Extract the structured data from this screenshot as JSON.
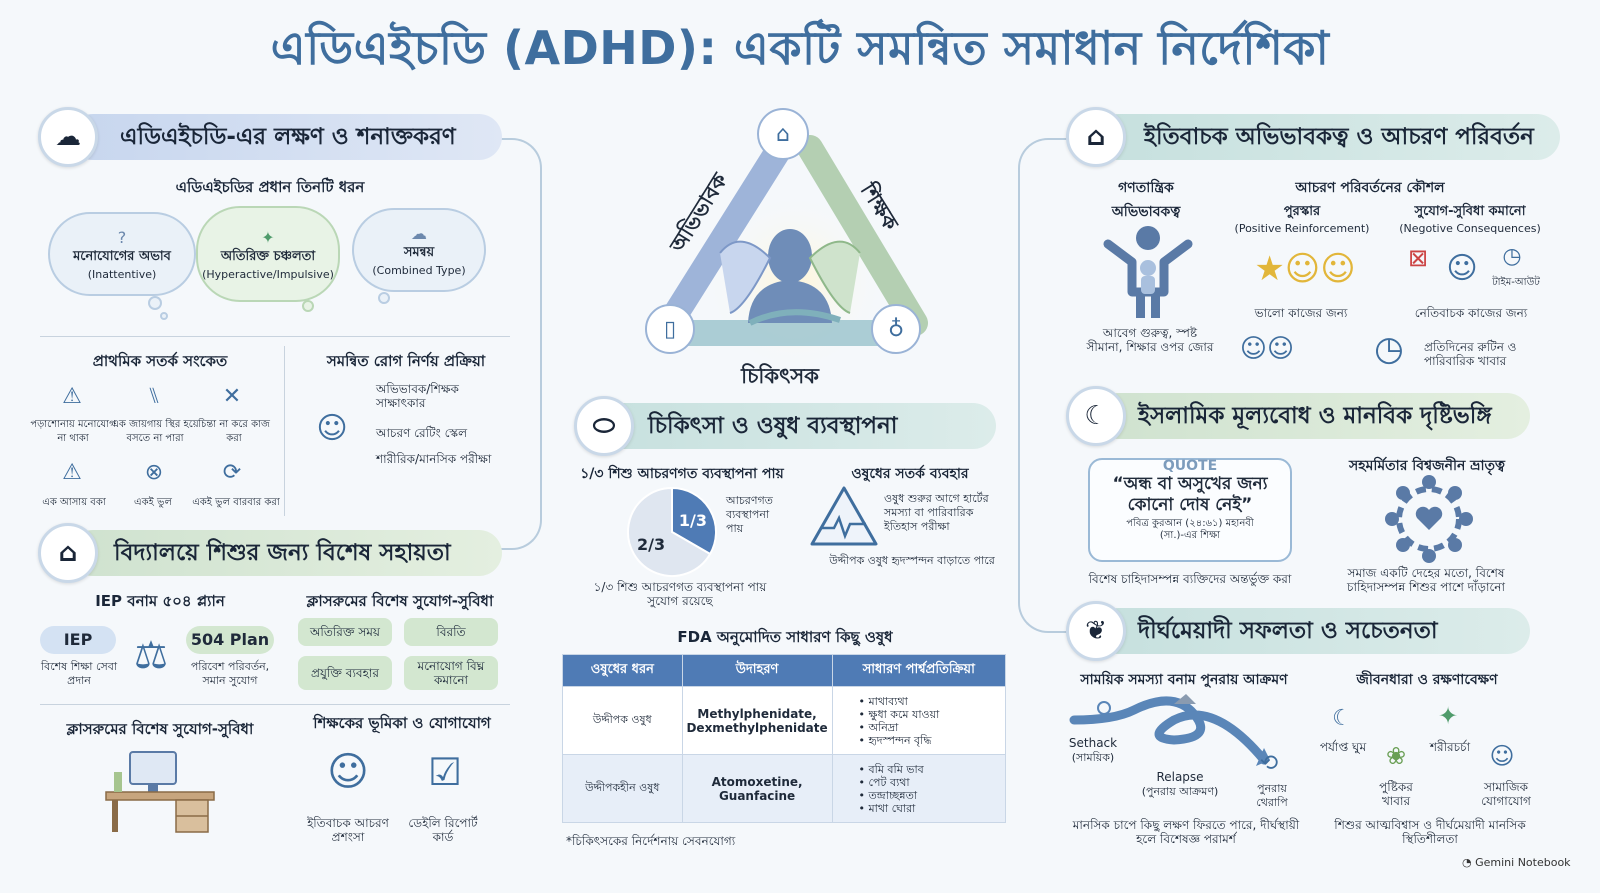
{
  "title": "এডিএইচডি (ADHD): একটি সমন্বিত সমাধান নির্দেশিকা",
  "colors": {
    "accent": "#3f6e9e",
    "table_header": "#4f7bb5",
    "pie_major": "#4f7bb5",
    "pie_minor": "#dfe6f0"
  },
  "center": {
    "side_left": "অভিভাবক",
    "side_right": "শিক্ষক",
    "bottom": "চিকিৎসক",
    "icons": [
      "home-icon",
      "book-icon",
      "stethoscope-icon"
    ]
  },
  "symptoms": {
    "heading": "এডিএইচডি-এর লক্ষণ ও শনাক্তকরণ",
    "types_title": "এডিএইচডির প্রধান তিনটি ধরন",
    "types": [
      {
        "name": "মনোযোগের অভাব",
        "en": "(Inattentive)"
      },
      {
        "name": "অতিরিক্ত চঞ্চলতা",
        "en": "(Hyperactive/Impulsive)"
      },
      {
        "name": "সমন্বয়",
        "en": "(Combined Type)"
      }
    ],
    "signs_title": "প্রাথমিক সতর্ক সংকেত",
    "signs": [
      "পড়াশোনায় মনোযোগ না থাকা",
      "এক জায়গায় স্থির হয়ে বসতে না পারা",
      "চিন্তা না করে কাজ করা",
      "এক আসায় বকা",
      "একই ভুল",
      "একই ভুল বারবার করা"
    ],
    "diagnosis_title": "সমন্বিত রোগ নির্ণয় প্রক্রিয়া",
    "diagnosis": [
      "অভিভাবক/শিক্ষক সাক্ষাৎকার",
      "আচরণ রেটিং স্কেল",
      "শারীরিক/মানসিক পরীক্ষা"
    ]
  },
  "school": {
    "heading": "বিদ্যালয়ে শিশুর জন্য বিশেষ সহায়তা",
    "iep_title": "IEP বনাম ৫০৪ প্ল্যান",
    "iep_label": "IEP",
    "iep_desc": "বিশেষ শিক্ষা সেবা প্রদান",
    "plan_label": "504 Plan",
    "plan_desc": "পরিবেশ পরিবর্তন, সমান সুযোগ",
    "accom_title": "ক্লাসরুমের বিশেষ সুযোগ-সুবিধা",
    "accom": [
      "অতিরিক্ত সময়",
      "বিরতি",
      "প্রযুক্তি ব্যবহার",
      "মনোযোগ বিঘ্ন কমানো"
    ],
    "accom2_title": "ক্লাসরুমের বিশেষ সুযোগ-সুবিধা",
    "teacher_title": "শিক্ষকের ভূমিকা ও যোগাযোগ",
    "teacher_items": [
      "ইতিবাচক আচরণ প্রশংসা",
      "ডেইলি রিপোর্ট কার্ড"
    ]
  },
  "medical": {
    "heading": "চিকিৎসা ও ওষুধ ব্যবস্থাপনা",
    "pie_title": "১/৩ শিশু আচরণগত ব্যবস্থাপনা পায়",
    "pie_caption": "১/৩ শিশু আচরণগত ব্যবস্থাপনা পায় সুযোগ রয়েছে",
    "caution_title": "ওষুধের সতর্ক ব্যবহার",
    "caution_text": "ওষুধ শুরুর আগে হার্টের সমস্যা বা পারিবারিক ইতিহাস পরীক্ষা",
    "caution_note": "উদ্দীপক ওষুধ হৃদস্পন্দন বাড়াতে পারে",
    "fda_title": "FDA অনুমোদিত সাধারণ কিছু ওষুধ",
    "table_headers": [
      "ওষুধের ধরন",
      "উদাহরণ",
      "সাধারণ পার্শ্বপ্রতিক্রিয়া"
    ],
    "table_rows": [
      {
        "type": "উদ্দীপক ওষুধ",
        "example": "Methylphenidate, Dexmethylphenidate",
        "effects": [
          "মাথাব্যথা",
          "ক্ষুধা কমে যাওয়া",
          "অনিদ্রা",
          "হৃদস্পন্দন বৃদ্ধি"
        ]
      },
      {
        "type": "উদ্দীপকহীন ওষুধ",
        "example": "Atomoxetine, Guanfacine",
        "effects": [
          "বমি বমি ভাব",
          "পেট ব্যথা",
          "তন্দ্রাচ্ছন্নতা",
          "মাথা ঘোরা"
        ]
      }
    ],
    "footnote": "*চিকিৎসকের নির্দেশনায় সেবনযোগ্য"
  },
  "chart_data": {
    "type": "pie",
    "title": "১/৩ শিশু আচরণগত ব্যবস্থাপনা পায়",
    "slices": [
      {
        "label": "1/3",
        "value": 0.3333,
        "annotation": "আচরণগত ব্যবস্থাপনা পায়"
      },
      {
        "label": "2/3",
        "value": 0.6667
      }
    ]
  },
  "parenting": {
    "heading": "ইতিবাচক অভিভাবকত্ব ও আচরণ পরিবর্তন",
    "democratic_title": "গণতান্ত্রিক অভিভাবকত্ব",
    "democratic_desc": "আবেগ গুরুত্ব, স্পষ্ট সীমানা, শিক্ষার ওপর জোর",
    "behavior_title": "আচরণ পরিবর্তনের কৌশল",
    "reward_title": "পুরস্কার",
    "reward_en": "(Positive Reinforcement)",
    "reward_desc": "ভালো কাজের জন্য",
    "reduce_title": "সুযোগ-সুবিধা কমানো",
    "reduce_en": "(Negotive Consequences)",
    "timeout": "টাইম-আউট",
    "reduce_desc": "নেতিবাচক কাজের জন্য",
    "routine": "প্রতিদিনের রুটিন ও পারিবারিক খাবার"
  },
  "islamic": {
    "heading": "ইসলামিক মূল্যবোধ ও মানবিক দৃষ্টিভঙ্গি",
    "quote_label": "QUOTE",
    "quote": "“অন্ধ বা অসুখের জন্য কোনো দোষ নেই”",
    "quote_source": "পবিত্র কুরআন (২৪:৬১) মহানবী (সা.)-এর শিক্ষা",
    "quote_caption": "বিশেষ চাহিদাসম্পন্ন ব্যক্তিদের অন্তর্ভুক্ত করা",
    "brotherhood_title": "সহমর্মিতার বিশ্বজনীন ভ্রাতৃত্ব",
    "brotherhood_desc": "সমাজ একটি দেহের মতো, বিশেষ চাহিদাসম্পন্ন শিশুর পাশে দাঁড়ানো"
  },
  "longterm": {
    "heading": "দীর্ঘমেয়াদী সফলতা ও সচেতনতা",
    "relapse_title": "সাময়িক সমস্যা বনাম পুনরায় আক্রমণ",
    "setback": "Sethack",
    "setback_bn": "(সাময়িক)",
    "relapse": "Relapse",
    "relapse_bn": "(পুনরায় আক্রমণ)",
    "therapy": "পুনরায় থেরাপি",
    "relapse_note": "মানসিক চাপে কিছু লক্ষণ ফিরতে পারে, দীর্ঘস্থায়ী হলে বিশেষজ্ঞ পরামর্শ",
    "lifestyle_title": "জীবনধারা ও রক্ষণাবেক্ষণ",
    "sleep": "পর্যাপ্ত ঘুম",
    "food": "পুষ্টিকর খাবার",
    "exercise": "শরীরচর্চা",
    "social": "সামাজিক যোগাযোগ",
    "lifestyle_note": "শিশুর আত্মবিশ্বাস ও দীর্ঘমেয়াদী মানসিক স্থিতিশীলতা"
  },
  "brand": "Gemini Notebook"
}
